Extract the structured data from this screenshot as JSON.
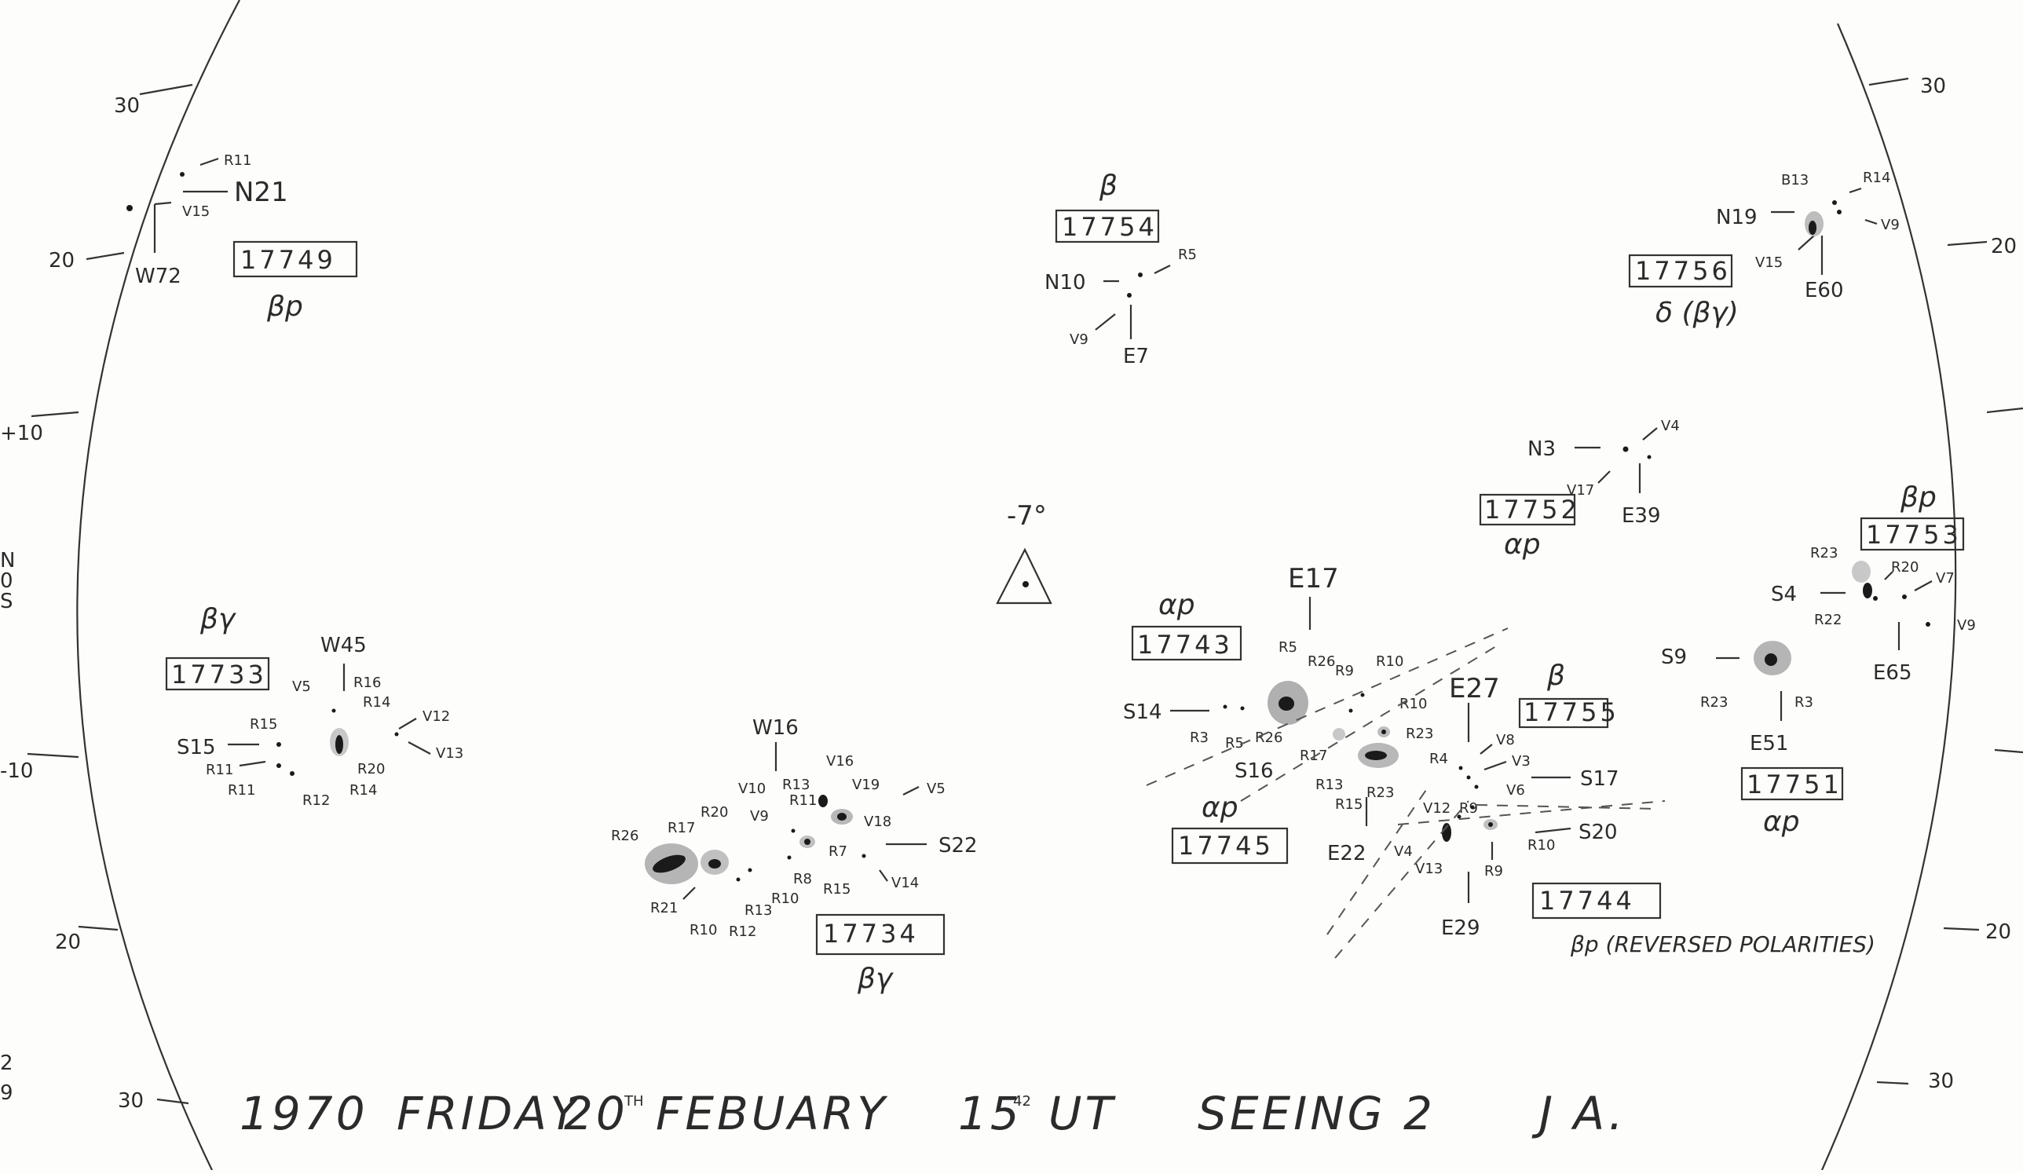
{
  "colors": {
    "ink": "#2b2b2b",
    "paper": "#fdfdfb",
    "spot": "#1a1a1a",
    "penumbra": "#bdbdbd"
  },
  "scale_labels": {
    "left": [
      "30",
      "20",
      "+10",
      "N",
      "0",
      "S",
      "-10",
      "20",
      "30"
    ],
    "right": [
      "30",
      "20",
      "20",
      "30"
    ],
    "edge": [
      "2",
      "9"
    ]
  },
  "center_marker": {
    "label": "-7°"
  },
  "footer": {
    "year": "1970",
    "day": "FRIDAY",
    "date": "20",
    "date_suffix": "TH",
    "month": "FEBUARY",
    "time_hour": "15",
    "time_min": "42",
    "time_unit": "UT",
    "seeing": "SEEING 2",
    "observer": "J A."
  },
  "groups": {
    "g17749": {
      "number": "17749",
      "class": "βp",
      "labels": [
        "N21",
        "W72",
        "R11",
        "V15"
      ]
    },
    "g17754": {
      "number": "17754",
      "class": "β",
      "labels": [
        "N10",
        "R5",
        "V9",
        "E7"
      ]
    },
    "g17756": {
      "number": "17756",
      "class": "δ (βγ)",
      "labels": [
        "N19",
        "B13",
        "R14",
        "V9",
        "V15",
        "E60"
      ]
    },
    "g17752": {
      "number": "17752",
      "class": "αp",
      "labels": [
        "N3",
        "V4",
        "V17",
        "E39"
      ]
    },
    "g17753": {
      "number": "17753",
      "class": "βp",
      "labels": [
        "R23",
        "R20",
        "S4",
        "V7",
        "R22",
        "V9",
        "E65"
      ]
    },
    "g17733": {
      "number": "17733",
      "class": "βγ",
      "labels": [
        "W45",
        "R16",
        "R14",
        "V5",
        "R15",
        "V12",
        "V13",
        "S15",
        "R11",
        "R11",
        "R12",
        "R20",
        "R14"
      ]
    },
    "g17743": {
      "number": "17743",
      "class": "αp",
      "labels": [
        "E17",
        "R5",
        "R26",
        "R9",
        "R10",
        "S14",
        "R3",
        "R5",
        "R26",
        "S16",
        "R17",
        "R13",
        "R15",
        "R23",
        "R10",
        "R23"
      ]
    },
    "g17755": {
      "number": "17755",
      "class": "β",
      "labels": [
        "E27",
        "R4",
        "V8",
        "V3",
        "V6",
        "S17"
      ]
    },
    "g17745": {
      "number": "17745",
      "class": "αp",
      "labels": [
        "E22",
        "V12",
        "R9",
        "V4",
        "V13",
        "R9",
        "R10",
        "S20",
        "E29"
      ]
    },
    "g17751": {
      "number": "17751",
      "class": "αp",
      "labels": [
        "S9",
        "R23",
        "R3",
        "E51"
      ]
    },
    "g17744": {
      "number": "17744",
      "class": "βp (REVERSED POLARITIES)"
    },
    "g17734": {
      "number": "17734",
      "class": "βγ",
      "labels": [
        "W16",
        "R26",
        "R17",
        "R20",
        "V10",
        "V9",
        "R13",
        "R11",
        "V16",
        "V19",
        "V5",
        "V18",
        "S22",
        "R7",
        "R21",
        "R10",
        "R12",
        "R13",
        "R10",
        "R8",
        "R15",
        "V14"
      ]
    }
  }
}
